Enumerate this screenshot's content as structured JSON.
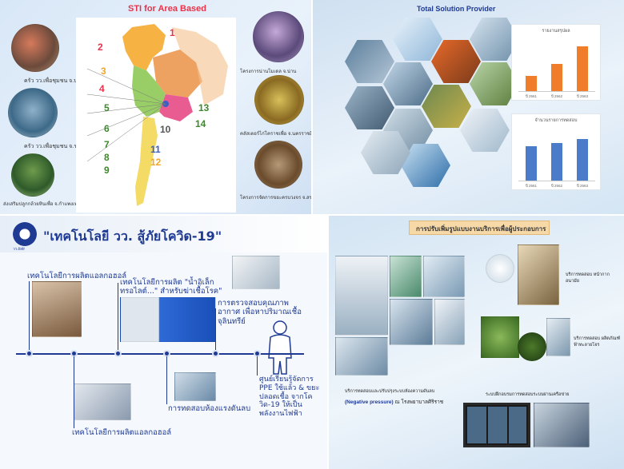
{
  "panel_tl": {
    "title": "STI for Area Based",
    "captions": [
      "ครัว วว.เพื่อชุมชน จ.น่าน",
      "ครัว วว.เพื่อชุมชน จ.ระยอง",
      "ส่งเสริมปลูกกล้วยหินเพื่อ จ.กำแพงเพชร",
      "โครงการน่านโมเดล จ.น่าน",
      "คลัสเตอร์ไก่โคราชเพื่อ จ.นครราชสีมา",
      "โครงการจัดการขยะครบวงจร จ.สระบุรี"
    ],
    "markers": [
      "1",
      "2",
      "3",
      "4",
      "5",
      "6",
      "7",
      "8",
      "9",
      "10",
      "11",
      "12",
      "13",
      "14"
    ],
    "colors": {
      "title": "#e8334a",
      "map_north": "#f5a623",
      "map_central": "#7fc241",
      "map_east": "#e5407f",
      "map_ne": "#e98b3a",
      "map_south": "#f2d54a"
    }
  },
  "panel_tr": {
    "title": "Total Solution Provider",
    "chart_data": [
      {
        "type": "bar",
        "title": "รายงานสรุปผล",
        "categories": [
          "ปี 2561",
          "ปี 2562",
          "ปี 2563"
        ],
        "values": [
          1.0,
          1.8,
          3.0
        ],
        "ylim": [
          0,
          3.2
        ],
        "color": "#ef7d2a"
      },
      {
        "type": "bar",
        "title": "จำนวนรายการทดสอบ",
        "categories": [
          "ปี 2561",
          "ปี 2562",
          "ปี 2563"
        ],
        "values": [
          2.3,
          2.5,
          2.8
        ],
        "ylim": [
          0,
          3.2
        ],
        "color": "#4a7cc9"
      }
    ]
  },
  "panel_bl": {
    "title": "\"เทคโนโลยี วว. สู้ภัยโควิด-19\"",
    "logo_label": "วว.tistr",
    "items": [
      "เทคโนโลยีการผลิตแอลกอฮอล์",
      "เทคโนโลยีการผลิต \"น้ำอิเล็กทรอไลต์...\" สำหรับฆ่าเชื้อโรค\"",
      "การตรวจสอบคุณภาพอากาศ เพื่อหาปริมาณเชื้อจุลินทรีย์",
      "เทคโนโลยีการผลิตแอลกอฮอล์",
      "การทดสอบห้องแรงดันลบ",
      "ศูนย์เรียนรู้จัดการ PPE ใช้แล้ว & ขยะปลอดเชื้อ จากโควิด-19 ให้เป็น พลังงานไฟฟ้า"
    ],
    "colors": {
      "accent": "#1f3a93"
    }
  },
  "panel_br": {
    "title": "การปรับเพิ่มรูปแบบงานบริการเพื่อผู้ประกอบการ",
    "captions": [
      "บริการทดสอบ หน้ากากอนามัย",
      "บริการทดสอบ ผลิตภัณฑ์ฟ้าทะลายโจร"
    ],
    "bottom_caption_1": "บริการทดสอบและปรับปรุงระบบห้องความดันลบ",
    "bottom_caption_2_bold": "(Negative pressure)",
    "bottom_caption_2_rest": " ณ โรงพยาบาลศิริราช",
    "right_caption": "ระบบฝึกอบรมการทดสอบระบบผ่านเครือข่าย",
    "colors": {
      "title_bg": "#f7d9a8"
    }
  }
}
